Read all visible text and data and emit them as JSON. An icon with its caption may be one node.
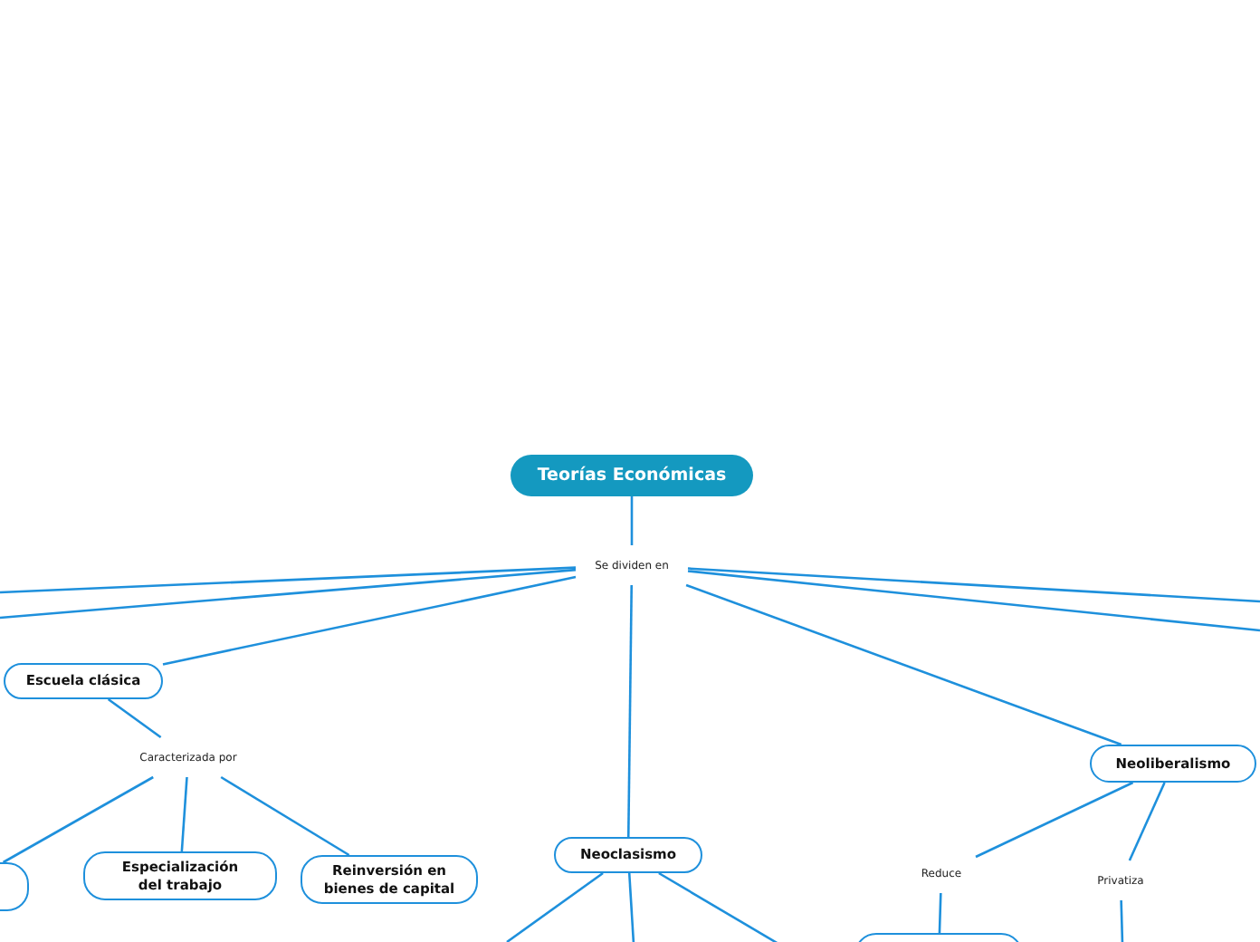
{
  "diagram": {
    "nodes": [
      {
        "text": [
          "Teorías Económicas"
        ]
      },
      {
        "text": [
          "Se dividen en"
        ]
      },
      {
        "text": [
          "Escuela clásica"
        ]
      },
      {
        "text": [
          "Caracterizada por"
        ]
      },
      {
        "text": [],
        "shape": "box"
      },
      {
        "text": [
          "Especialización del trabajo"
        ]
      },
      {
        "text": [
          "Reinversión en bienes de capital"
        ]
      },
      {
        "text": [
          "Neoclasismo"
        ]
      },
      {
        "text": [
          "Neoliberalismo"
        ]
      },
      {
        "text": [
          "Reduce"
        ]
      },
      {
        "text": [
          "Privatiza"
        ]
      },
      {
        "text": [],
        "shape": "box"
      }
    ],
    "edges": [
      {
        "from": 0,
        "to": 1,
        "arrow": "none"
      },
      {
        "from": 1,
        "to": null,
        "arrow": "none"
      },
      {
        "from": 1,
        "to": null,
        "arrow": "none"
      },
      {
        "from": 1,
        "to": 2,
        "arrow": "none"
      },
      {
        "from": 1,
        "to": null,
        "arrow": "none"
      },
      {
        "from": 1,
        "to": null,
        "arrow": "none"
      },
      {
        "from": 1,
        "to": 8,
        "arrow": "none"
      },
      {
        "from": 1,
        "to": 7,
        "arrow": "none"
      },
      {
        "from": 2,
        "to": 3,
        "arrow": "none"
      },
      {
        "from": 3,
        "to": 4,
        "arrow": "none"
      },
      {
        "from": 3,
        "to": 5,
        "arrow": "none"
      },
      {
        "from": 3,
        "to": 6,
        "arrow": "none"
      },
      {
        "from": 7,
        "to": null,
        "arrow": "none"
      },
      {
        "from": 7,
        "to": null,
        "arrow": "none"
      },
      {
        "from": 7,
        "to": null,
        "arrow": "none"
      },
      {
        "from": 8,
        "to": 9,
        "arrow": "none"
      },
      {
        "from": 8,
        "to": 10,
        "arrow": "none"
      },
      {
        "from": 9,
        "to": 11,
        "arrow": "none"
      },
      {
        "from": 10,
        "to": null,
        "arrow": "none"
      }
    ]
  }
}
